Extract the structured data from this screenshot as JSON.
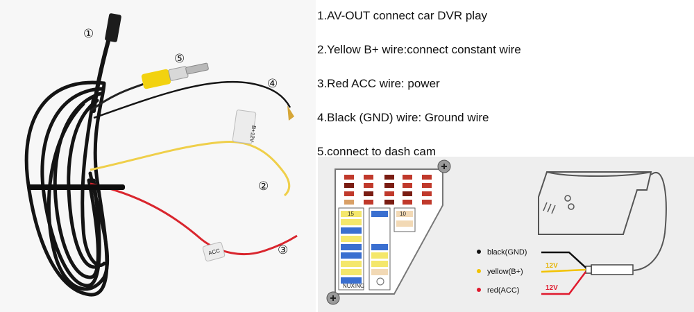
{
  "photo": {
    "markers": [
      "①",
      "⑤",
      "④",
      "②",
      "③"
    ],
    "b12v_tag": "B+12V",
    "acc_tag": "ACC"
  },
  "steps": [
    "1.AV-OUT  connect car DVR play",
    "2.Yellow B+ wire:connect constant wire",
    "3.Red ACC wire: power",
    "4.Black (GND) wire: Ground wire",
    "5.connect to dash cam"
  ],
  "diagram": {
    "fuse_brand": "NUXING",
    "fuse_ratings": [
      "15",
      "10"
    ],
    "wires": [
      {
        "label": "black(GND)",
        "color": "#111111"
      },
      {
        "label": "yellow(B+)",
        "color": "#f2c200"
      },
      {
        "label": "red(ACC)",
        "color": "#e0192d"
      }
    ],
    "voltage_yellow": "12V",
    "voltage_red": "12V"
  }
}
